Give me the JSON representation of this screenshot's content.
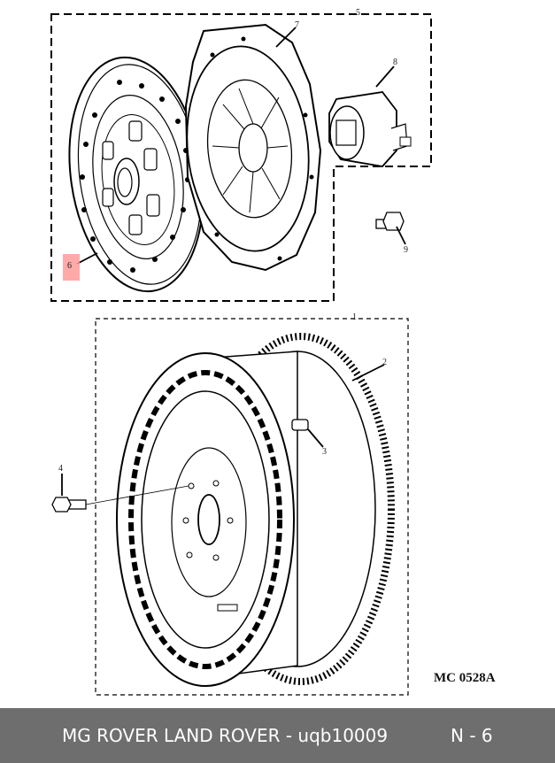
{
  "diagram": {
    "callouts": [
      "1",
      "2",
      "3",
      "4",
      "5",
      "6",
      "7",
      "8",
      "9"
    ],
    "highlighted_callout": "6",
    "reference_code": "MC 0528A"
  },
  "footer": {
    "title": "MG ROVER LAND ROVER - uqb10009",
    "page": "N - 6"
  },
  "colors": {
    "footer_background": "#6e6e6e",
    "highlight": "#ff9a9a"
  }
}
